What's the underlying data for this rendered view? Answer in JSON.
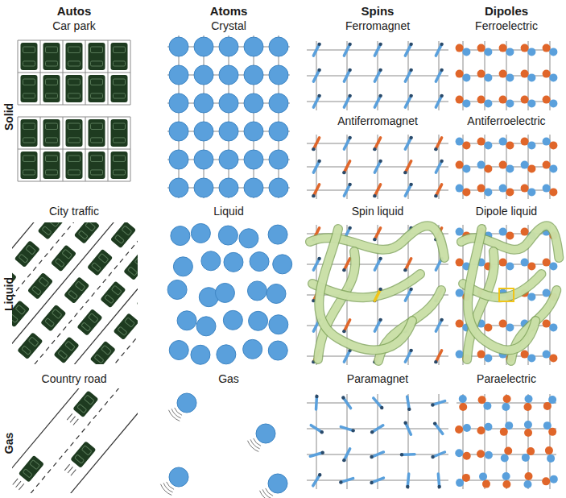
{
  "diagram": {
    "labels": [
      "Autos",
      "Car park",
      "Atoms",
      "Crystal",
      "Spins",
      "Ferromagnet",
      "Dipoles",
      "Ferroelectric",
      "Solid",
      "Antiferromagnet",
      "Antiferroelectric",
      "City traffic",
      "Liquid",
      "Spin liquid",
      "Dipole liquid",
      "Liquid",
      "Country road",
      "Gas",
      "Paramagnet",
      "Paraelectric",
      "Gas"
    ]
  }
}
